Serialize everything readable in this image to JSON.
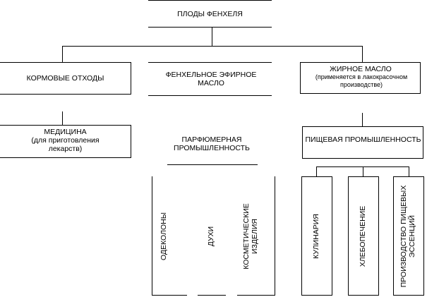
{
  "diagram": {
    "root": {
      "label": "ПЛОДЫ ФЕНХЕЛЯ"
    },
    "level1": {
      "feed_waste": {
        "label": "КОРМОВЫЕ ОТХОДЫ"
      },
      "essential_oil": {
        "label": "ФЕНХЕЛЬНОЕ ЭФИРНОЕ МАСЛО"
      },
      "fatty_oil": {
        "label": "ЖИРНОЕ МАСЛО",
        "note": "(применяется в лакокрасочном производстве)"
      }
    },
    "level2": {
      "medicine": {
        "label": "МЕДИЦИНА",
        "note": "(для приготовления лекарств)"
      },
      "perfume_industry": {
        "label": "ПАРФЮМЕРНАЯ ПРОМЫШЛЕННОСТЬ"
      },
      "food_industry": {
        "label": "ПИЩЕВАЯ ПРОМЫШЛЕННОСТЬ"
      }
    },
    "level3": {
      "perfume": [
        "ОДЕКОЛОНЫ",
        "ДУХИ",
        "КОСМЕТИЧЕСКИЕ ИЗДЕЛИЯ"
      ],
      "food": [
        "КУЛИНАРИЯ",
        "ХЛЕБОПЕЧЕНИЕ",
        "ПРОИЗВОДСТВО ПИЩЕВЫХ ЭССЕНЦИЙ"
      ]
    }
  },
  "colors": {
    "line": "#000000",
    "background": "#ffffff"
  }
}
